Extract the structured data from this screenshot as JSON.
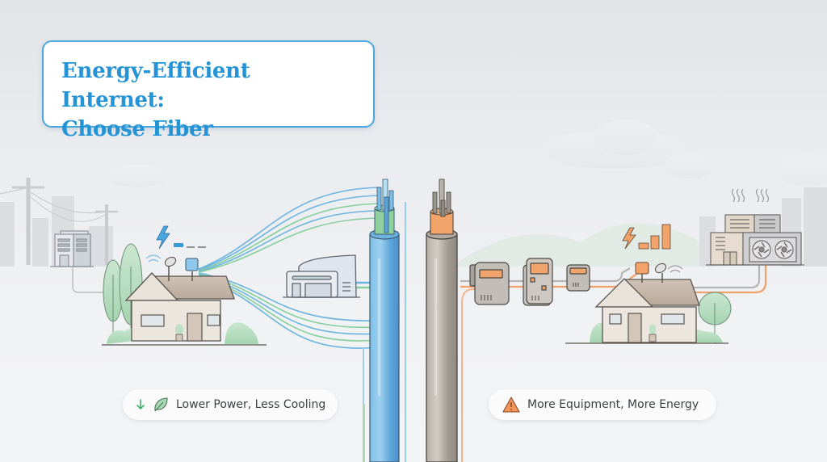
{
  "title": {
    "line1": "Energy-Efficient Internet:",
    "line2": "Choose Fiber"
  },
  "left_panel": {
    "theme": "fiber",
    "callout": {
      "icon_arrow": "arrow-down-icon",
      "icon": "leaf-icon",
      "label": "Lower Power, Less Cooling"
    },
    "power_indicator": {
      "icon": "lightning-icon",
      "level": "low",
      "bars": 1
    },
    "colors": {
      "primary": "#4a9fd8",
      "secondary": "#7cc89a"
    }
  },
  "right_panel": {
    "theme": "copper",
    "callout": {
      "icon": "warning-triangle-icon",
      "label": "More Equipment, More Energy"
    },
    "power_indicator": {
      "icon": "lightning-icon",
      "level": "high",
      "bars": 3
    },
    "colors": {
      "primary": "#f0a060",
      "secondary": "#a9a39c"
    }
  },
  "colors": {
    "title_text": "#2494d6",
    "title_border": "#4aa8dc",
    "fiber_blue": "#5ba8dc",
    "fiber_green": "#86cf9c",
    "copper_orange": "#f29a5c",
    "copper_gray": "#aaa39b",
    "background": "#eceef1"
  }
}
